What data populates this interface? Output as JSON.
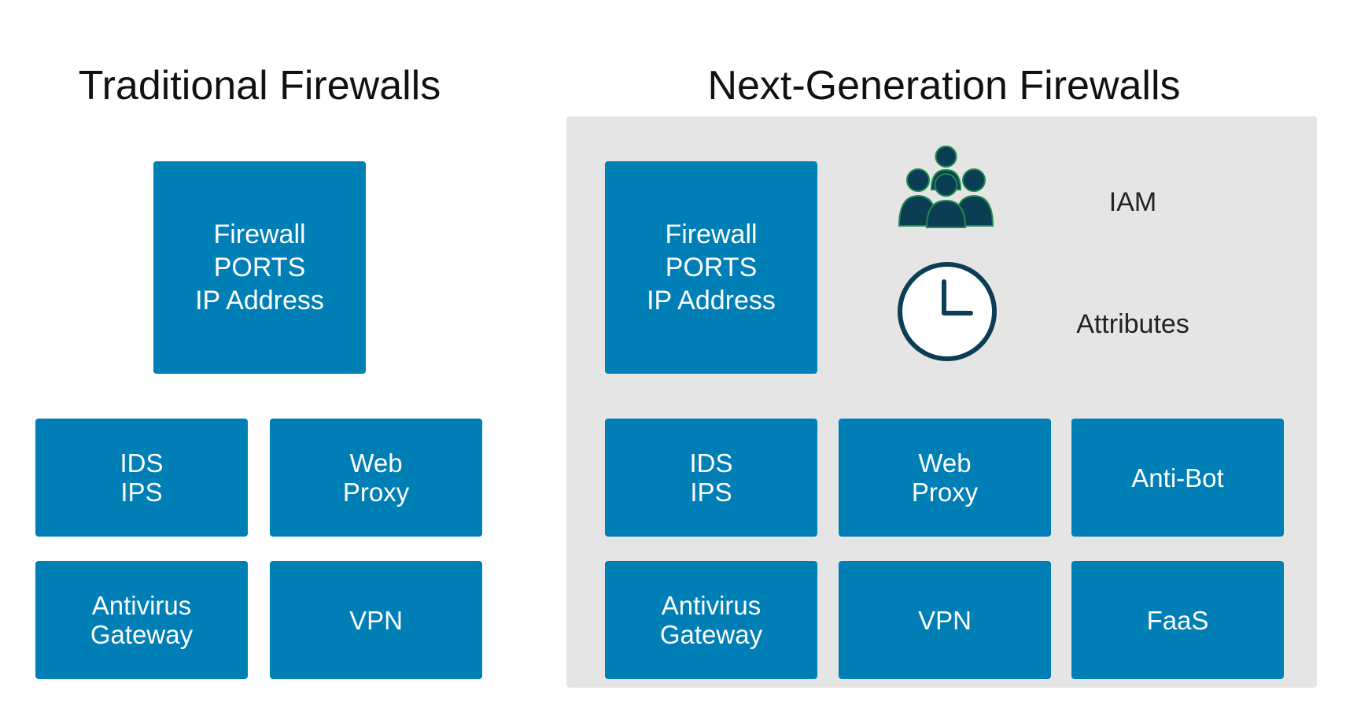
{
  "traditional": {
    "title": "Traditional Firewalls",
    "core": {
      "lines": [
        "Firewall",
        "PORTS",
        "IP Address"
      ]
    },
    "modules": [
      {
        "lines": [
          "IDS",
          "IPS"
        ]
      },
      {
        "lines": [
          "Web",
          "Proxy"
        ]
      },
      {
        "lines": [
          "Antivirus",
          "Gateway"
        ]
      },
      {
        "lines": [
          "VPN"
        ]
      }
    ]
  },
  "ngfw": {
    "title": "Next-Generation Firewalls",
    "core": {
      "lines": [
        "Firewall",
        "PORTS",
        "IP Address"
      ]
    },
    "features": [
      {
        "icon": "users-group-icon",
        "label": "IAM"
      },
      {
        "icon": "clock-icon",
        "label": "Attributes"
      }
    ],
    "modules": [
      {
        "lines": [
          "IDS",
          "IPS"
        ]
      },
      {
        "lines": [
          "Web",
          "Proxy"
        ]
      },
      {
        "lines": [
          "Anti-Bot"
        ]
      },
      {
        "lines": [
          "Antivirus",
          "Gateway"
        ]
      },
      {
        "lines": [
          "VPN"
        ]
      },
      {
        "lines": [
          "FaaS"
        ]
      }
    ]
  },
  "colors": {
    "box": "#007fb6",
    "panel": "#e5e5e5",
    "icon": "#0b3d55"
  }
}
